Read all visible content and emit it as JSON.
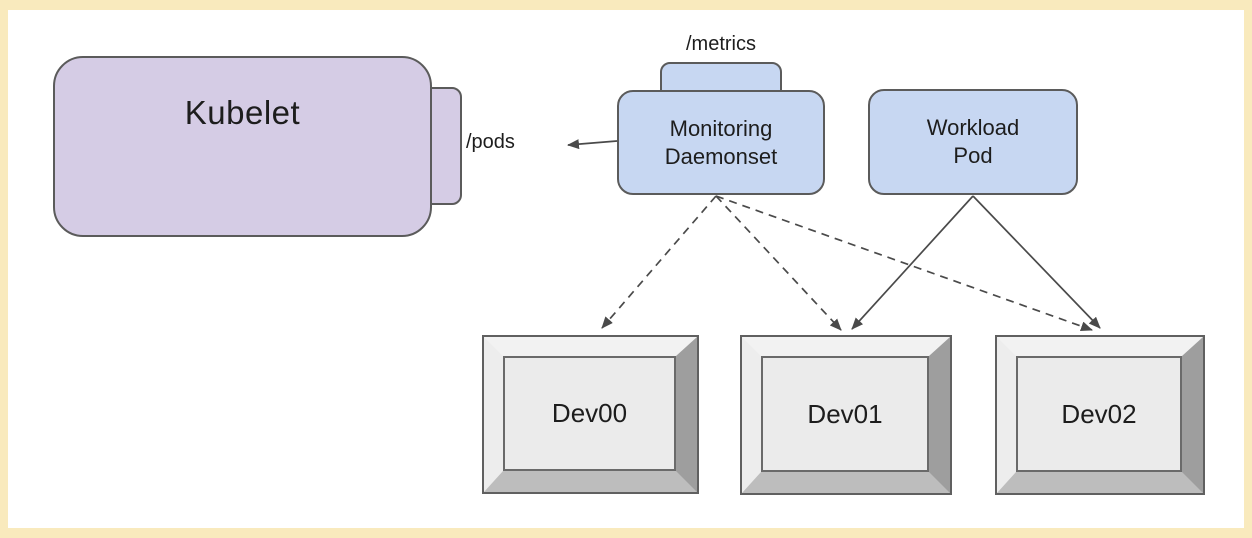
{
  "diagram": {
    "nodes": {
      "kubelet": {
        "label": "Kubelet",
        "port_label": "/pods"
      },
      "monitoring_daemonset": {
        "lines": [
          "Monitoring",
          "Daemonset"
        ],
        "port_label": "/metrics"
      },
      "workload_pod": {
        "lines": [
          "Workload",
          "Pod"
        ]
      },
      "devices": [
        {
          "label": "Dev00"
        },
        {
          "label": "Dev01"
        },
        {
          "label": "Dev02"
        }
      ]
    },
    "edges": [
      {
        "from": "monitoring_daemonset",
        "to": "kubelet /pods",
        "style": "solid-arrow"
      },
      {
        "from": "monitoring_daemonset",
        "to": "Dev00",
        "style": "dashed-arrow"
      },
      {
        "from": "monitoring_daemonset",
        "to": "Dev01",
        "style": "dashed-arrow"
      },
      {
        "from": "monitoring_daemonset",
        "to": "Dev02",
        "style": "dashed-arrow"
      },
      {
        "from": "workload_pod",
        "to": "Dev01",
        "style": "solid-arrow"
      },
      {
        "from": "workload_pod",
        "to": "Dev02",
        "style": "solid-arrow"
      }
    ],
    "colors": {
      "frame": "#F9EABD",
      "canvas": "#FFFFFF",
      "kubelet_fill": "#D5CCE5",
      "pod_fill": "#C7D7F2",
      "node_stroke": "#5B5B5B",
      "edge_stroke": "#4A4A4A",
      "device_face": "#EBEBEB"
    }
  }
}
